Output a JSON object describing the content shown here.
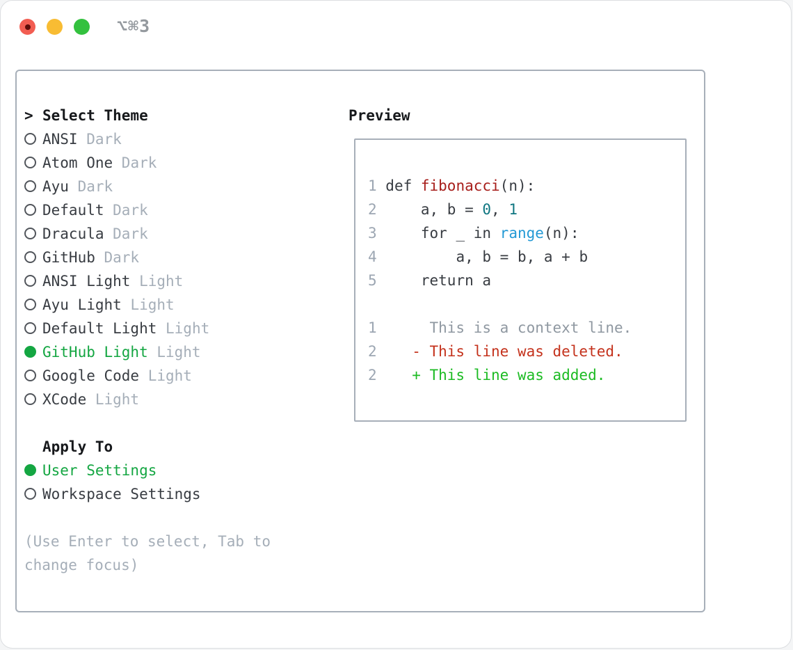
{
  "window": {
    "shortcut_label": "⌥⌘3",
    "controls": {
      "close_color": "#f25d52",
      "minimize_color": "#f8bc33",
      "zoom_color": "#33c13e"
    }
  },
  "theme_panel": {
    "header_marker": ">",
    "header_label": "Select Theme",
    "themes": [
      {
        "name": "ANSI",
        "variant": "Dark",
        "selected": false
      },
      {
        "name": "Atom One",
        "variant": "Dark",
        "selected": false
      },
      {
        "name": "Ayu",
        "variant": "Dark",
        "selected": false
      },
      {
        "name": "Default",
        "variant": "Dark",
        "selected": false
      },
      {
        "name": "Dracula",
        "variant": "Dark",
        "selected": false
      },
      {
        "name": "GitHub",
        "variant": "Dark",
        "selected": false
      },
      {
        "name": "ANSI Light",
        "variant": "Light",
        "selected": false
      },
      {
        "name": "Ayu Light",
        "variant": "Light",
        "selected": false
      },
      {
        "name": "Default Light",
        "variant": "Light",
        "selected": false
      },
      {
        "name": "GitHub Light",
        "variant": "Light",
        "selected": true
      },
      {
        "name": "Google Code",
        "variant": "Light",
        "selected": false
      },
      {
        "name": "XCode",
        "variant": "Light",
        "selected": false
      }
    ],
    "apply_to": {
      "header": "Apply To",
      "options": [
        {
          "name": "User Settings",
          "selected": true
        },
        {
          "name": "Workspace Settings",
          "selected": false
        }
      ]
    },
    "help_lines": [
      "(Use Enter to select, Tab to",
      "change focus)"
    ]
  },
  "preview": {
    "header": "Preview",
    "code_lines": [
      {
        "num": "1",
        "segments": [
          [
            "def ",
            "code"
          ],
          [
            "fibonacci",
            "func"
          ],
          [
            "(n):",
            "code"
          ]
        ]
      },
      {
        "num": "2",
        "segments": [
          [
            "    a, b = ",
            "code"
          ],
          [
            "0",
            "num"
          ],
          [
            ", ",
            "code"
          ],
          [
            "1",
            "num"
          ]
        ]
      },
      {
        "num": "3",
        "segments": [
          [
            "    for _ in ",
            "code"
          ],
          [
            "range",
            "builtin"
          ],
          [
            "(n):",
            "code"
          ]
        ]
      },
      {
        "num": "4",
        "segments": [
          [
            "        a, b = b, a + b",
            "code"
          ]
        ]
      },
      {
        "num": "5",
        "segments": [
          [
            "    return a",
            "code"
          ]
        ]
      }
    ],
    "diff_lines": [
      {
        "num": "1",
        "marker": " ",
        "text": "This is a context line.",
        "kind": "context"
      },
      {
        "num": "2",
        "marker": "-",
        "text": "This line was deleted.",
        "kind": "deleted"
      },
      {
        "num": "2",
        "marker": "+",
        "text": "This line was added.",
        "kind": "added"
      }
    ]
  },
  "colors": {
    "selected_green": "#14a642",
    "added_green": "#1cbb23",
    "deleted_red": "#c4321c",
    "function_red": "#a71e1b",
    "number_teal": "#0f7681",
    "builtin_blue": "#2399d5",
    "muted_gray": "#a5aeb8",
    "line_number_gray": "#9ca6b2",
    "border_gray": "#a7afb9",
    "traffic_red": "#f25d52",
    "traffic_yellow": "#f8bc33",
    "traffic_green": "#33c13e"
  }
}
